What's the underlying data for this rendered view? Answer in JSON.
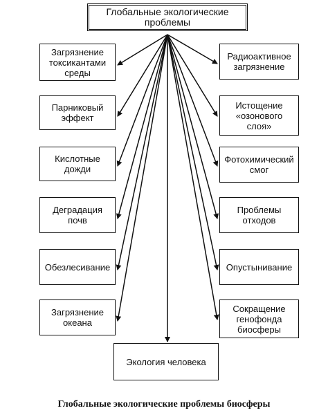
{
  "title": "Глобальные экологические\nпроблемы",
  "left_items": [
    "Загрязнение\nтоксикантами\nсреды",
    "Парниковый\nэффект",
    "Кислотные\nдожди",
    "Деградация\nпочв",
    "Обезлесивание",
    "Загрязнение\nокеана"
  ],
  "right_items": [
    "Радиоактивное\nзагрязнение",
    "Истощение\n«озонового\nслоя»",
    "Фотохимический\nсмог",
    "Проблемы\nотходов",
    "Опустынивание",
    "Сокращение\nгенофонда\nбиосферы"
  ],
  "bottom_item": "Экология человека",
  "caption": "Глобальные экологические проблемы биосферы"
}
